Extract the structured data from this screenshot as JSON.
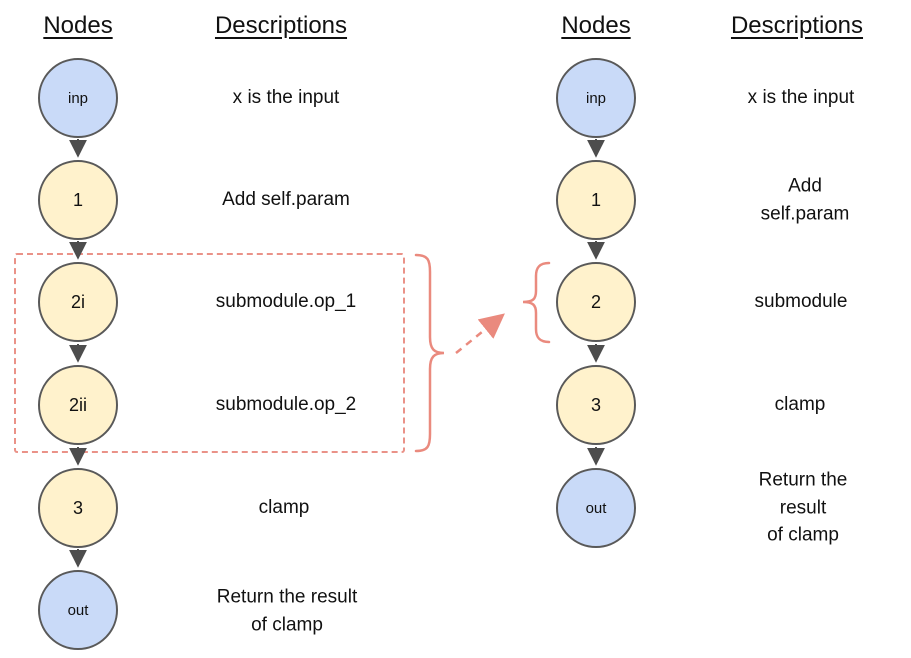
{
  "left": {
    "headers": {
      "nodes": "Nodes",
      "descriptions": "Descriptions"
    },
    "rows": [
      {
        "node": "inp",
        "desc": "x is the input",
        "type": "io"
      },
      {
        "node": "1",
        "desc": "Add self.param",
        "type": "op"
      },
      {
        "node": "2i",
        "desc": "submodule.op_1",
        "type": "op"
      },
      {
        "node": "2ii",
        "desc": "submodule.op_2",
        "type": "op"
      },
      {
        "node": "3",
        "desc": "clamp",
        "type": "op"
      },
      {
        "node": "out",
        "desc": "Return the result\nof clamp",
        "type": "io"
      }
    ]
  },
  "right": {
    "headers": {
      "nodes": "Nodes",
      "descriptions": "Descriptions"
    },
    "rows": [
      {
        "node": "inp",
        "desc": "x is the input",
        "type": "io"
      },
      {
        "node": "1",
        "desc": "Add self.param",
        "type": "op"
      },
      {
        "node": "2",
        "desc": "submodule",
        "type": "op"
      },
      {
        "node": "3",
        "desc": "clamp",
        "type": "op"
      },
      {
        "node": "out",
        "desc": "Return the result\nof clamp",
        "type": "io"
      }
    ]
  },
  "annotation": {
    "grouped_rows": [
      "2i",
      "2ii"
    ],
    "merged_into": "2"
  },
  "colors": {
    "io_fill": "#c9daf8",
    "op_fill": "#fff2cc",
    "node_border": "#595959",
    "connector": "#4d4d4d",
    "highlight": "#ea8a7e",
    "group_box": "#ea9288"
  }
}
